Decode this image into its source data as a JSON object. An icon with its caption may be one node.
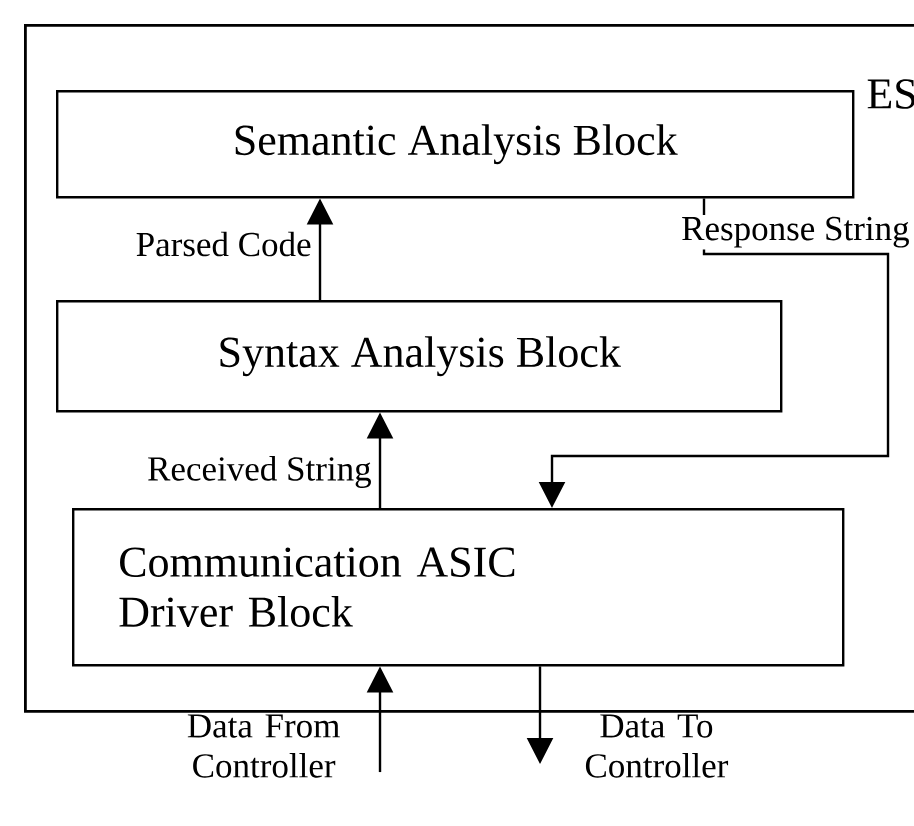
{
  "diagram": {
    "nodes": [
      {
        "text": [
          "ES"
        ]
      },
      {
        "text": [
          "Semantic Analysis Block"
        ],
        "in": 0
      },
      {
        "text": [
          "Syntax Analysis Block"
        ],
        "in": 0
      },
      {
        "text": [
          "Communication ASIC Driver Block"
        ],
        "in": 0
      },
      {
        "text": [
          "Data From Controller"
        ]
      },
      {
        "text": [
          "Data To Controller"
        ]
      }
    ],
    "edges": [
      {
        "from": 2,
        "to": 1,
        "arrow": "to",
        "label": "Parsed Code"
      },
      {
        "from": 3,
        "to": 2,
        "arrow": "to",
        "label": "Received String"
      },
      {
        "from": 1,
        "to": 3,
        "arrow": "to",
        "label": "Response String"
      },
      {
        "from": 4,
        "to": 3,
        "arrow": "to"
      },
      {
        "from": 3,
        "to": 5,
        "arrow": "to"
      }
    ]
  }
}
